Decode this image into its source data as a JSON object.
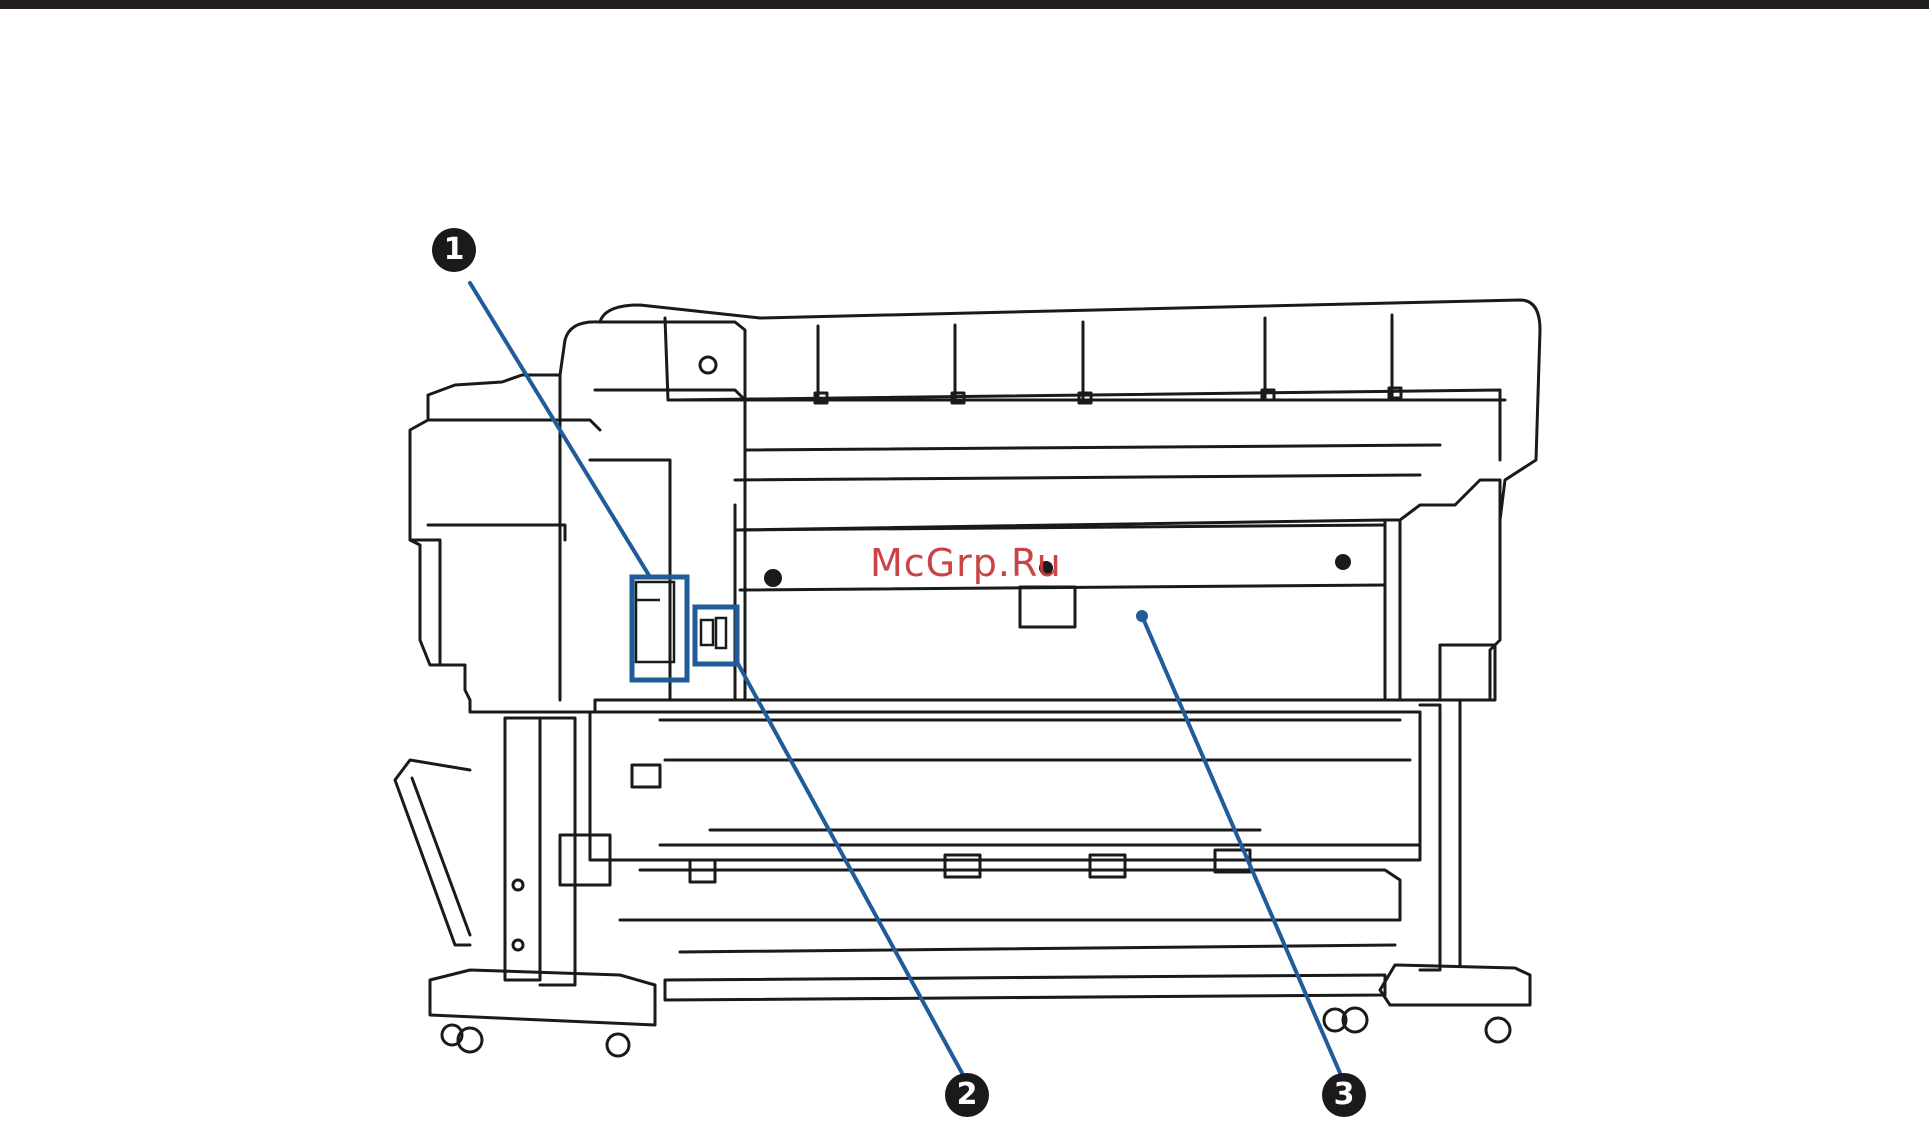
{
  "page": {
    "watermark_text": "McGrp.Ru"
  },
  "callouts": [
    {
      "number": "1",
      "target": "option-slot"
    },
    {
      "number": "2",
      "target": "interface-ports"
    },
    {
      "number": "3",
      "target": "rear-cover"
    }
  ],
  "colors": {
    "rule": "#231f20",
    "line_art": "#1a1a1a",
    "callout_line": "#1f5c99",
    "highlight_box": "#1f5c99",
    "watermark": "#c8393c"
  }
}
